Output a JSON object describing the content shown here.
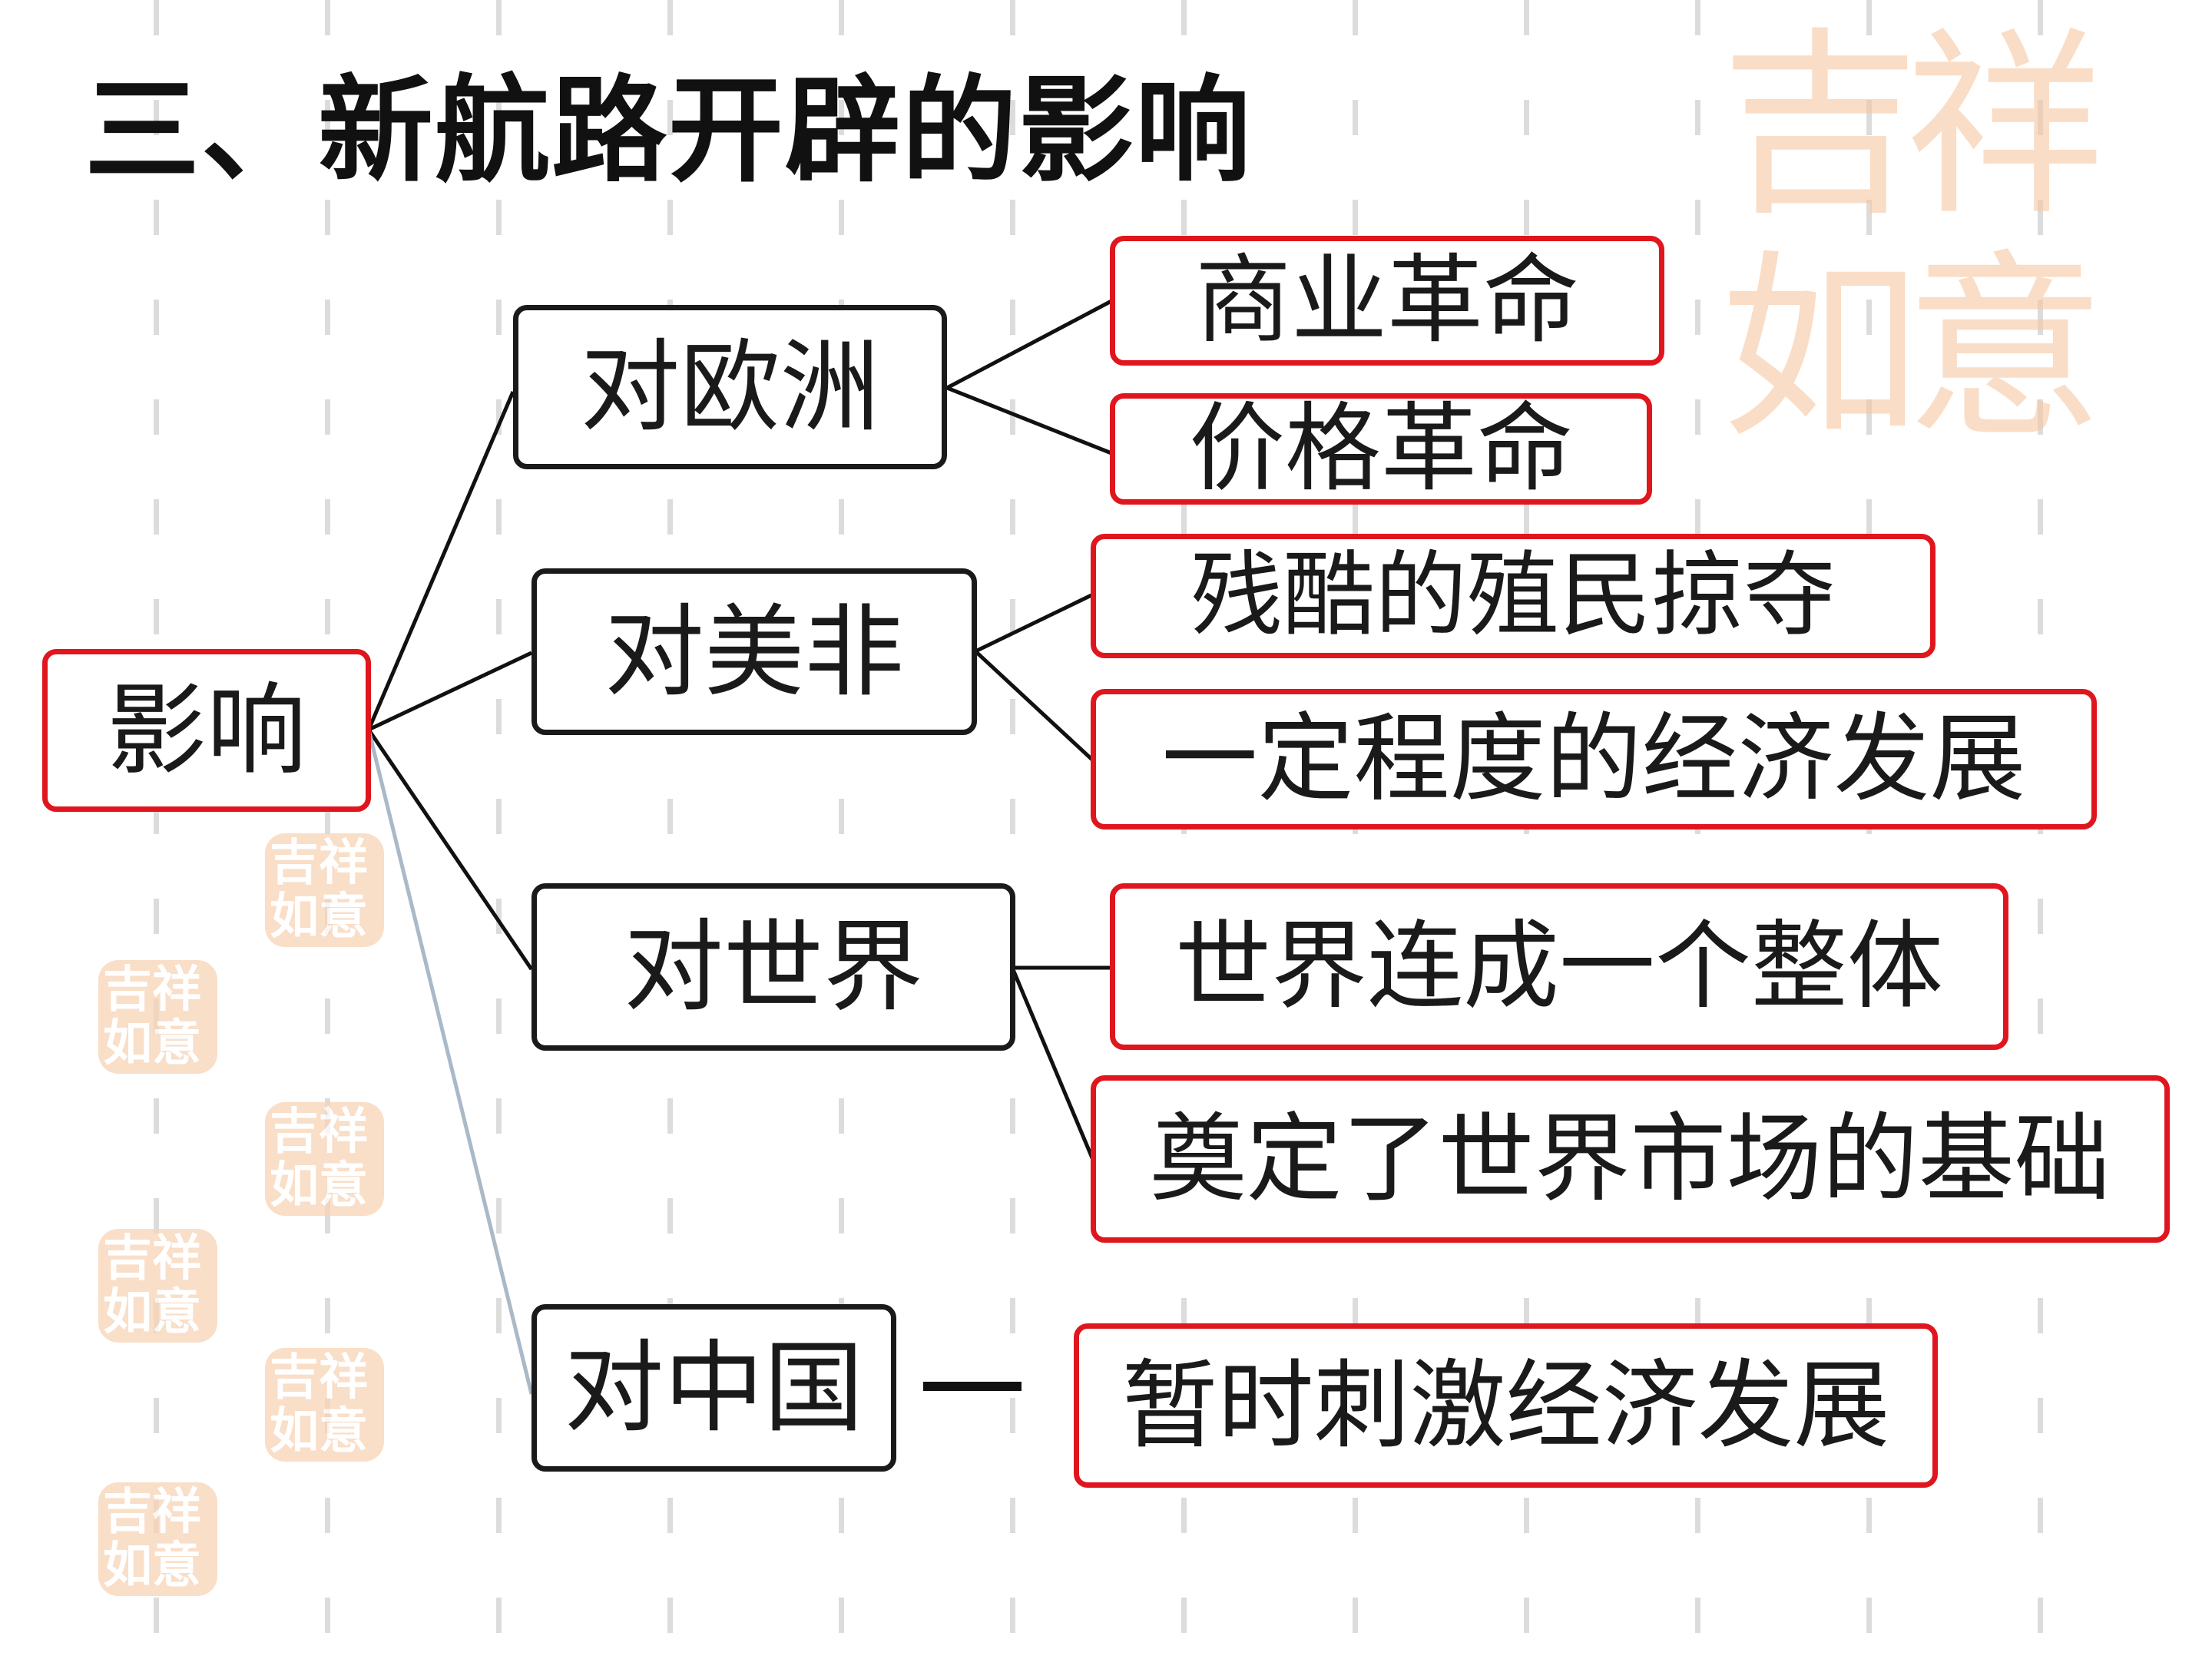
{
  "title": "三、新航路开辟的影响",
  "root": {
    "label": "影响"
  },
  "branches": [
    {
      "label": "对欧洲",
      "items": [
        "商业革命",
        "价格革命"
      ]
    },
    {
      "label": "对美非",
      "items": [
        "残酷的殖民掠夺",
        "一定程度的经济发展"
      ]
    },
    {
      "label": "对世界",
      "items": [
        "世界连成一个整体",
        "奠定了世界市场的基础"
      ]
    },
    {
      "label": "对中国",
      "items": [
        "暂时刺激经济发展"
      ]
    }
  ],
  "decoration": {
    "seal_text": "吉祥如意",
    "colors": {
      "red_border": "#e0161e",
      "black_border": "#1a1a1a",
      "seal": "#f8d3b6"
    }
  }
}
